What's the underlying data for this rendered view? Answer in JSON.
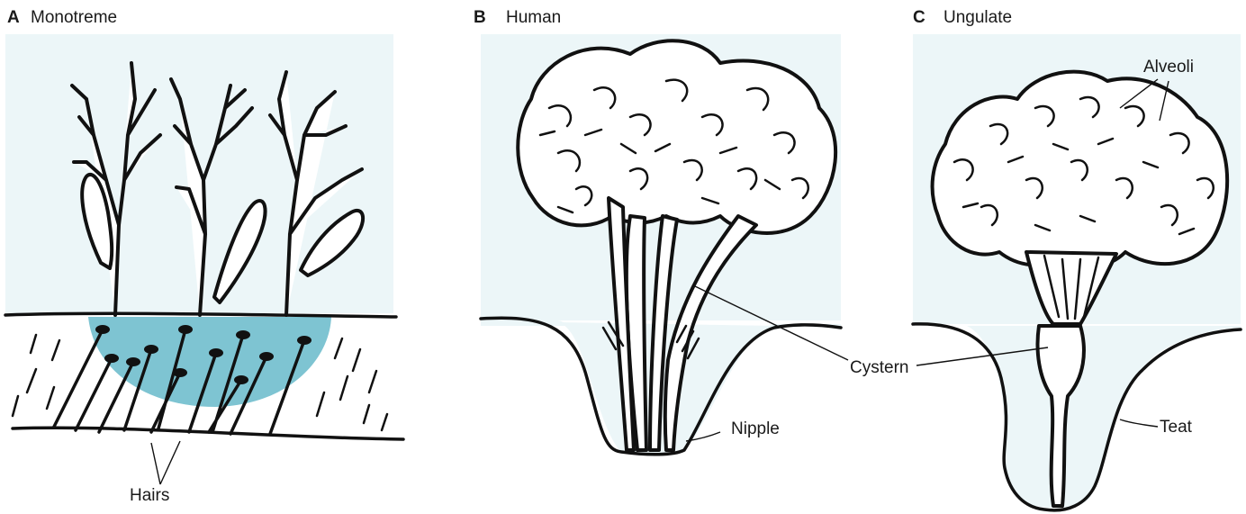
{
  "colors": {
    "tissue": "#ecf6f8",
    "gland_patch": "#7ec4d2",
    "ink": "#111111",
    "background": "#ffffff"
  },
  "panels": [
    {
      "letter": "A",
      "name": "Monotreme"
    },
    {
      "letter": "B",
      "name": "Human"
    },
    {
      "letter": "C",
      "name": "Ungulate"
    }
  ],
  "labels": {
    "hairs": "Hairs",
    "nipple": "Nipple",
    "cystern": "Cystern",
    "alveoli": "Alveoli",
    "teat": "Teat"
  }
}
